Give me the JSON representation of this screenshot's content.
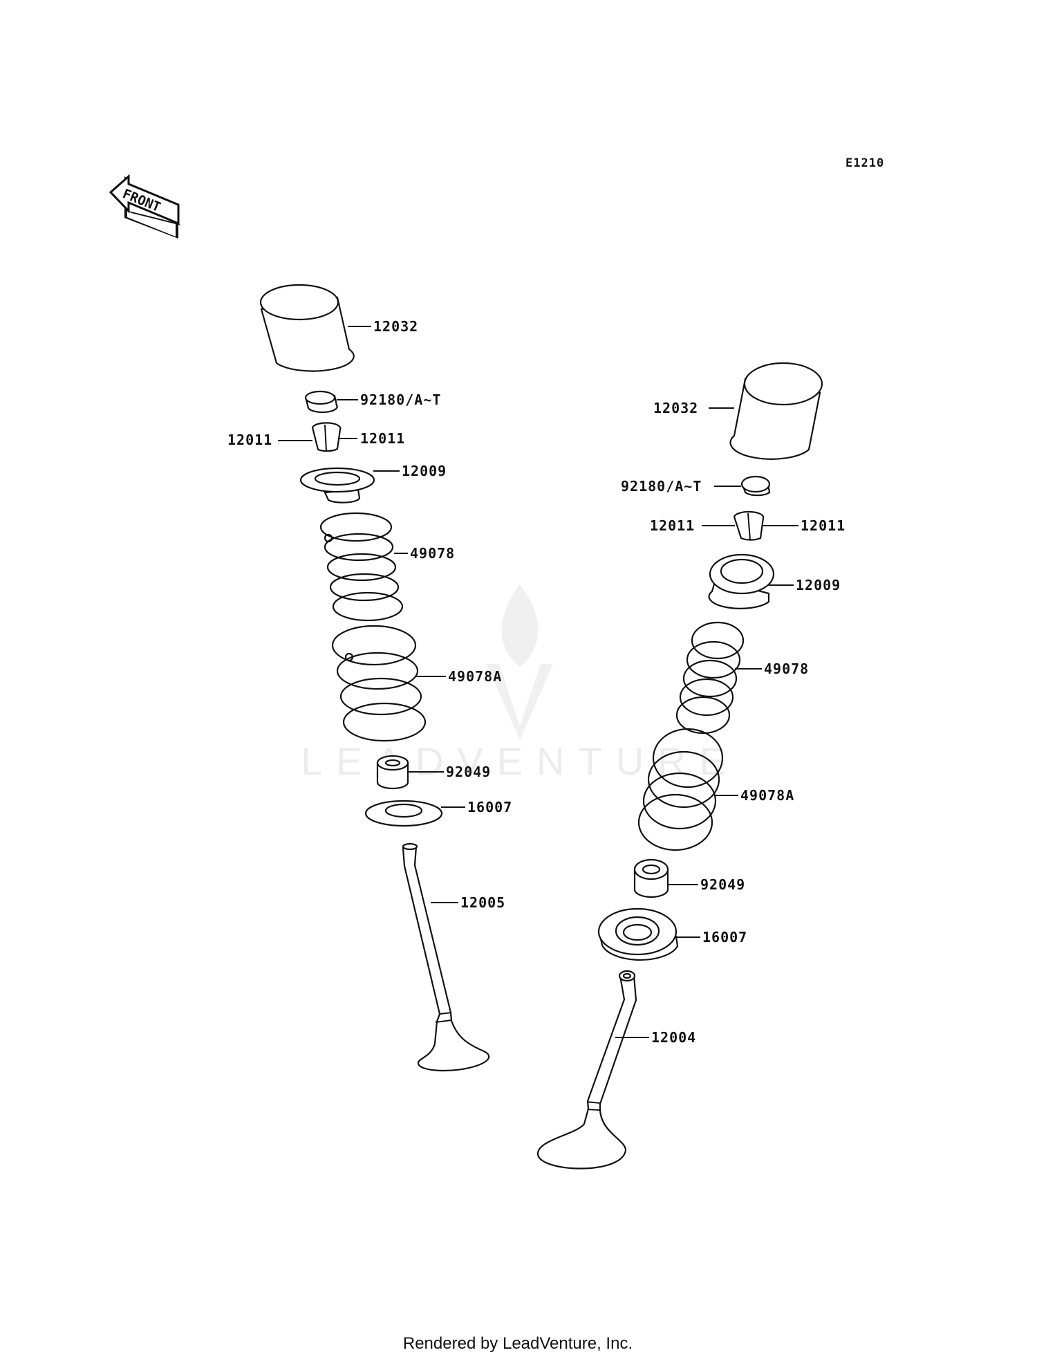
{
  "diagram": {
    "code": "E1210",
    "front_label": "FRONT",
    "footer": "Rendered by LeadVenture, Inc.",
    "watermark": "LEADVENTURE",
    "callouts": {
      "left": {
        "tappet": "12032",
        "shim": "92180/A~T",
        "cotter_left": "12011",
        "cotter_right": "12011",
        "retainer": "12009",
        "spring_inner": "49078",
        "spring_outer": "49078A",
        "seal": "92049",
        "seat": "16007",
        "valve": "12005"
      },
      "right": {
        "tappet": "12032",
        "shim": "92180/A~T",
        "cotter_left": "12011",
        "cotter_right": "12011",
        "retainer": "12009",
        "spring_inner": "49078",
        "spring_outer": "49078A",
        "seal": "92049",
        "seat": "16007",
        "valve": "12004"
      }
    }
  }
}
